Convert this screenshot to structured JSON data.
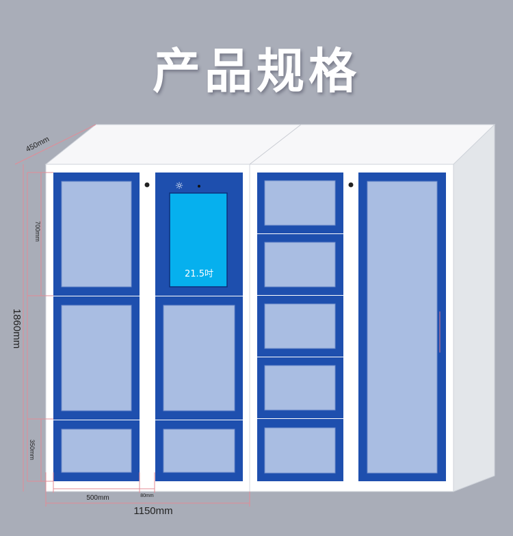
{
  "title": "产品规格",
  "screen": {
    "label": "21.5吋"
  },
  "dimensions": {
    "depth": "450mm",
    "height": "1860mm",
    "upper_door": "700mm",
    "lower_door": "350mm",
    "door_width": "500mm",
    "gap": "80mm",
    "unit_width": "1150mm"
  },
  "colors": {
    "background": "#a9adb8",
    "door_blue": "#1e4fae",
    "panel": "#a9bde2",
    "screen": "#06b0ee",
    "cabinet": "#ffffff"
  }
}
